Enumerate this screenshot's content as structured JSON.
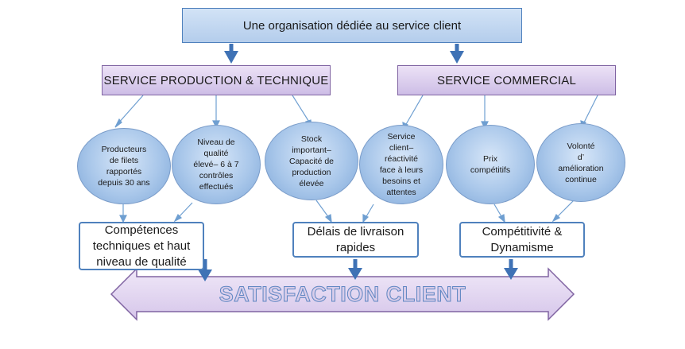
{
  "title": "Une organisation dédiée au service client",
  "services": {
    "production": "SERVICE PRODUCTION & TECHNIQUE",
    "commercial": "SERVICE COMMERCIAL"
  },
  "circles": [
    "Producteurs\nde filets\nrapportés\ndepuis 30 ans",
    "Niveau de\nqualité\nélevé– 6 à 7\ncontrôles\neffectués",
    "Stock\nimportant–\nCapacité de\nproduction\nélevée",
    "Service\nclient–\nréactivité\nface à leurs\nbesoins et\nattentes",
    "Prix\ncompétitifs",
    "Volonté\nd’\namélioration\ncontinue"
  ],
  "results": {
    "competences": "Compétences\ntechniques et haut\nniveau de qualité",
    "delais": "Délais de livraison\nrapides",
    "competitivite": "Compétitivité &\nDynamisme"
  },
  "satisfaction": "SATISFACTION CLIENT",
  "colors": {
    "arrow_blue": "#3f72b5",
    "connector_blue": "#6f9fd1",
    "service_purple": "#cdbde6",
    "top_blue": "#b4cdec",
    "band_fill": "#e4d8f0"
  }
}
